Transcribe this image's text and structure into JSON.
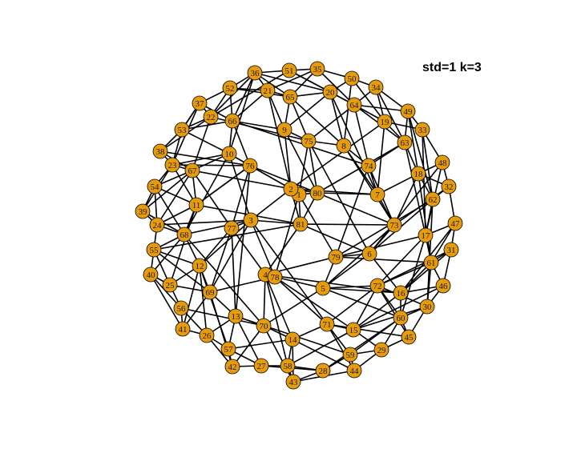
{
  "title": "std=1 k=3",
  "colors": {
    "node_fill": "#e59b0c",
    "node_stroke": "#000000",
    "edge": "#000000",
    "background": "#ffffff"
  },
  "chart_data": {
    "type": "network",
    "title": "std=1 k=3",
    "nodes": [
      {
        "id": "1"
      },
      {
        "id": "2"
      },
      {
        "id": "3"
      },
      {
        "id": "4"
      },
      {
        "id": "5"
      },
      {
        "id": "6"
      },
      {
        "id": "7"
      },
      {
        "id": "8"
      },
      {
        "id": "9"
      },
      {
        "id": "10"
      },
      {
        "id": "11"
      },
      {
        "id": "12"
      },
      {
        "id": "13"
      },
      {
        "id": "14"
      },
      {
        "id": "15"
      },
      {
        "id": "16"
      },
      {
        "id": "17"
      },
      {
        "id": "18"
      },
      {
        "id": "19"
      },
      {
        "id": "20"
      },
      {
        "id": "21"
      },
      {
        "id": "22"
      },
      {
        "id": "23"
      },
      {
        "id": "24"
      },
      {
        "id": "25"
      },
      {
        "id": "26"
      },
      {
        "id": "27"
      },
      {
        "id": "28"
      },
      {
        "id": "29"
      },
      {
        "id": "30"
      },
      {
        "id": "31"
      },
      {
        "id": "32"
      },
      {
        "id": "33"
      },
      {
        "id": "34"
      },
      {
        "id": "35"
      },
      {
        "id": "36"
      },
      {
        "id": "37"
      },
      {
        "id": "38"
      },
      {
        "id": "39"
      },
      {
        "id": "40"
      },
      {
        "id": "41"
      },
      {
        "id": "42"
      },
      {
        "id": "43"
      },
      {
        "id": "44"
      },
      {
        "id": "45"
      },
      {
        "id": "46"
      },
      {
        "id": "47"
      },
      {
        "id": "48"
      },
      {
        "id": "49"
      },
      {
        "id": "50"
      },
      {
        "id": "51"
      },
      {
        "id": "52"
      },
      {
        "id": "53"
      },
      {
        "id": "54"
      },
      {
        "id": "55"
      },
      {
        "id": "56"
      },
      {
        "id": "57"
      },
      {
        "id": "58"
      },
      {
        "id": "59"
      },
      {
        "id": "60"
      },
      {
        "id": "61"
      },
      {
        "id": "62"
      },
      {
        "id": "63"
      },
      {
        "id": "64"
      },
      {
        "id": "65"
      },
      {
        "id": "66"
      },
      {
        "id": "67"
      },
      {
        "id": "68"
      },
      {
        "id": "69"
      },
      {
        "id": "70"
      },
      {
        "id": "71"
      },
      {
        "id": "72"
      },
      {
        "id": "73"
      },
      {
        "id": "74"
      },
      {
        "id": "75"
      },
      {
        "id": "76"
      },
      {
        "id": "77"
      },
      {
        "id": "78"
      },
      {
        "id": "79"
      },
      {
        "id": "80"
      },
      {
        "id": "81"
      }
    ],
    "edges": [
      [
        "36",
        "51"
      ],
      [
        "51",
        "35"
      ],
      [
        "35",
        "50"
      ],
      [
        "50",
        "34"
      ],
      [
        "34",
        "49"
      ],
      [
        "49",
        "33"
      ],
      [
        "33",
        "48"
      ],
      [
        "48",
        "32"
      ],
      [
        "32",
        "47"
      ],
      [
        "47",
        "31"
      ],
      [
        "31",
        "46"
      ],
      [
        "46",
        "30"
      ],
      [
        "30",
        "45"
      ],
      [
        "45",
        "29"
      ],
      [
        "29",
        "44"
      ],
      [
        "44",
        "43"
      ],
      [
        "43",
        "28"
      ],
      [
        "28",
        "27"
      ],
      [
        "27",
        "42"
      ],
      [
        "42",
        "26"
      ],
      [
        "26",
        "41"
      ],
      [
        "41",
        "40"
      ],
      [
        "40",
        "25"
      ],
      [
        "25",
        "55"
      ],
      [
        "55",
        "24"
      ],
      [
        "24",
        "39"
      ],
      [
        "39",
        "54"
      ],
      [
        "54",
        "23"
      ],
      [
        "23",
        "38"
      ],
      [
        "38",
        "53"
      ],
      [
        "53",
        "37"
      ],
      [
        "37",
        "52"
      ],
      [
        "52",
        "36"
      ],
      [
        "36",
        "21"
      ],
      [
        "36",
        "65"
      ],
      [
        "36",
        "20"
      ],
      [
        "36",
        "22"
      ],
      [
        "36",
        "66"
      ],
      [
        "51",
        "20"
      ],
      [
        "51",
        "64"
      ],
      [
        "35",
        "65"
      ],
      [
        "35",
        "64"
      ],
      [
        "50",
        "20"
      ],
      [
        "50",
        "19"
      ],
      [
        "34",
        "64"
      ],
      [
        "34",
        "63"
      ],
      [
        "49",
        "64"
      ],
      [
        "49",
        "18"
      ],
      [
        "49",
        "63"
      ],
      [
        "33",
        "62"
      ],
      [
        "33",
        "19"
      ],
      [
        "48",
        "18"
      ],
      [
        "48",
        "17"
      ],
      [
        "32",
        "62"
      ],
      [
        "32",
        "18"
      ],
      [
        "47",
        "17"
      ],
      [
        "47",
        "61"
      ],
      [
        "31",
        "61"
      ],
      [
        "31",
        "16"
      ],
      [
        "46",
        "61"
      ],
      [
        "46",
        "16"
      ],
      [
        "30",
        "60"
      ],
      [
        "30",
        "61"
      ],
      [
        "30",
        "15"
      ],
      [
        "45",
        "60"
      ],
      [
        "45",
        "72"
      ],
      [
        "29",
        "59"
      ],
      [
        "29",
        "60"
      ],
      [
        "44",
        "59"
      ],
      [
        "44",
        "71"
      ],
      [
        "43",
        "58"
      ],
      [
        "43",
        "14"
      ],
      [
        "28",
        "58"
      ],
      [
        "28",
        "59"
      ],
      [
        "27",
        "57"
      ],
      [
        "27",
        "58"
      ],
      [
        "27",
        "13"
      ],
      [
        "42",
        "57"
      ],
      [
        "42",
        "70"
      ],
      [
        "26",
        "56"
      ],
      [
        "26",
        "57"
      ],
      [
        "26",
        "12"
      ],
      [
        "41",
        "56"
      ],
      [
        "41",
        "69"
      ],
      [
        "40",
        "56"
      ],
      [
        "40",
        "68"
      ],
      [
        "25",
        "69"
      ],
      [
        "25",
        "11"
      ],
      [
        "55",
        "68"
      ],
      [
        "55",
        "12"
      ],
      [
        "24",
        "68"
      ],
      [
        "24",
        "67"
      ],
      [
        "39",
        "23"
      ],
      [
        "54",
        "67"
      ],
      [
        "54",
        "11"
      ],
      [
        "23",
        "67"
      ],
      [
        "23",
        "10"
      ],
      [
        "38",
        "22"
      ],
      [
        "53",
        "22"
      ],
      [
        "53",
        "66"
      ],
      [
        "37",
        "22"
      ],
      [
        "37",
        "53"
      ],
      [
        "52",
        "22"
      ],
      [
        "52",
        "21"
      ],
      [
        "21",
        "65"
      ],
      [
        "21",
        "9"
      ],
      [
        "65",
        "20"
      ],
      [
        "65",
        "9"
      ],
      [
        "20",
        "64"
      ],
      [
        "20",
        "8"
      ],
      [
        "64",
        "19"
      ],
      [
        "64",
        "63"
      ],
      [
        "19",
        "63"
      ],
      [
        "19",
        "7"
      ],
      [
        "63",
        "18"
      ],
      [
        "63",
        "74"
      ],
      [
        "18",
        "62"
      ],
      [
        "18",
        "73"
      ],
      [
        "62",
        "17"
      ],
      [
        "62",
        "6"
      ],
      [
        "17",
        "61"
      ],
      [
        "17",
        "79"
      ],
      [
        "61",
        "16"
      ],
      [
        "61",
        "72"
      ],
      [
        "16",
        "60"
      ],
      [
        "16",
        "5"
      ],
      [
        "60",
        "72"
      ],
      [
        "15",
        "71"
      ],
      [
        "15",
        "72"
      ],
      [
        "71",
        "14"
      ],
      [
        "71",
        "59"
      ],
      [
        "14",
        "70"
      ],
      [
        "14",
        "58"
      ],
      [
        "70",
        "13"
      ],
      [
        "70",
        "4"
      ],
      [
        "13",
        "57"
      ],
      [
        "13",
        "69"
      ],
      [
        "69",
        "12"
      ],
      [
        "69",
        "78"
      ],
      [
        "12",
        "68"
      ],
      [
        "12",
        "77"
      ],
      [
        "68",
        "11"
      ],
      [
        "68",
        "3"
      ],
      [
        "11",
        "67"
      ],
      [
        "11",
        "76"
      ],
      [
        "67",
        "10"
      ],
      [
        "67",
        "2"
      ],
      [
        "10",
        "76"
      ],
      [
        "10",
        "66"
      ],
      [
        "66",
        "76"
      ],
      [
        "66",
        "21"
      ],
      [
        "9",
        "75"
      ],
      [
        "9",
        "2"
      ],
      [
        "75",
        "8"
      ],
      [
        "75",
        "80"
      ],
      [
        "8",
        "74"
      ],
      [
        "8",
        "7"
      ],
      [
        "74",
        "7"
      ],
      [
        "74",
        "73"
      ],
      [
        "7",
        "73"
      ],
      [
        "7",
        "80"
      ],
      [
        "73",
        "6"
      ],
      [
        "73",
        "81"
      ],
      [
        "6",
        "79"
      ],
      [
        "6",
        "5"
      ],
      [
        "79",
        "5"
      ],
      [
        "79",
        "4"
      ],
      [
        "5",
        "78"
      ],
      [
        "5",
        "72"
      ],
      [
        "78",
        "4"
      ],
      [
        "78",
        "3"
      ],
      [
        "4",
        "77"
      ],
      [
        "4",
        "81"
      ],
      [
        "77",
        "3"
      ],
      [
        "77",
        "76"
      ],
      [
        "3",
        "2"
      ],
      [
        "3",
        "81"
      ],
      [
        "2",
        "80"
      ],
      [
        "2",
        "76"
      ],
      [
        "80",
        "81"
      ],
      [
        "80",
        "1"
      ],
      [
        "81",
        "1"
      ],
      [
        "1",
        "79"
      ],
      [
        "1",
        "75"
      ],
      [
        "24",
        "3"
      ],
      [
        "55",
        "81"
      ],
      [
        "68",
        "70"
      ],
      [
        "38",
        "76"
      ],
      [
        "23",
        "11"
      ],
      [
        "22",
        "75"
      ],
      [
        "66",
        "74"
      ],
      [
        "65",
        "75"
      ],
      [
        "9",
        "80"
      ],
      [
        "8",
        "73"
      ],
      [
        "63",
        "80"
      ],
      [
        "62",
        "79"
      ],
      [
        "19",
        "2"
      ],
      [
        "17",
        "72"
      ],
      [
        "16",
        "4"
      ],
      [
        "60",
        "5"
      ],
      [
        "15",
        "78"
      ],
      [
        "71",
        "3"
      ],
      [
        "59",
        "13"
      ],
      [
        "58",
        "4"
      ],
      [
        "70",
        "5"
      ],
      [
        "13",
        "76"
      ],
      [
        "57",
        "12"
      ],
      [
        "69",
        "77"
      ],
      [
        "12",
        "3"
      ],
      [
        "11",
        "81"
      ],
      [
        "67",
        "77"
      ],
      [
        "10",
        "3"
      ],
      [
        "76",
        "80"
      ],
      [
        "2",
        "7"
      ],
      [
        "75",
        "6"
      ],
      [
        "74",
        "79"
      ],
      [
        "73",
        "5"
      ],
      [
        "6",
        "16"
      ],
      [
        "18",
        "7"
      ],
      [
        "48",
        "6"
      ],
      [
        "32",
        "73"
      ],
      [
        "31",
        "72"
      ],
      [
        "46",
        "15"
      ],
      [
        "45",
        "71"
      ],
      [
        "44",
        "14"
      ],
      [
        "43",
        "70"
      ],
      [
        "28",
        "60"
      ],
      [
        "42",
        "69"
      ],
      [
        "41",
        "12"
      ],
      [
        "40",
        "55"
      ],
      [
        "25",
        "56"
      ],
      [
        "39",
        "68"
      ],
      [
        "54",
        "24"
      ],
      [
        "38",
        "67"
      ],
      [
        "53",
        "23"
      ],
      [
        "37",
        "66"
      ],
      [
        "52",
        "65"
      ],
      [
        "21",
        "2"
      ],
      [
        "20",
        "9"
      ],
      [
        "64",
        "75"
      ],
      [
        "34",
        "19"
      ],
      [
        "50",
        "8"
      ],
      [
        "35",
        "21"
      ],
      [
        "51",
        "22"
      ],
      [
        "36",
        "10"
      ],
      [
        "49",
        "62"
      ],
      [
        "33",
        "17"
      ],
      [
        "47",
        "16"
      ],
      [
        "30",
        "72"
      ],
      [
        "29",
        "15"
      ],
      [
        "61",
        "79"
      ],
      [
        "1",
        "78"
      ],
      [
        "78",
        "71"
      ],
      [
        "4",
        "14"
      ],
      [
        "77",
        "13"
      ],
      [
        "3",
        "69"
      ],
      [
        "81",
        "6"
      ],
      [
        "80",
        "73"
      ],
      [
        "2",
        "81"
      ],
      [
        "76",
        "11"
      ],
      [
        "10",
        "68"
      ],
      [
        "66",
        "9"
      ],
      [
        "65",
        "8"
      ],
      [
        "20",
        "7"
      ],
      [
        "64",
        "74"
      ],
      [
        "63",
        "17"
      ],
      [
        "18",
        "61"
      ],
      [
        "62",
        "30"
      ],
      [
        "17",
        "60"
      ],
      [
        "16",
        "15"
      ],
      [
        "60",
        "59"
      ],
      [
        "72",
        "71"
      ],
      [
        "15",
        "58"
      ],
      [
        "14",
        "57"
      ],
      [
        "70",
        "56"
      ],
      [
        "13",
        "26"
      ],
      [
        "12",
        "25"
      ],
      [
        "69",
        "55"
      ],
      [
        "68",
        "54"
      ],
      [
        "11",
        "24"
      ],
      [
        "67",
        "39"
      ],
      [
        "23",
        "76"
      ],
      [
        "22",
        "67"
      ],
      [
        "53",
        "10"
      ],
      [
        "37",
        "23"
      ],
      [
        "52",
        "66"
      ]
    ]
  }
}
